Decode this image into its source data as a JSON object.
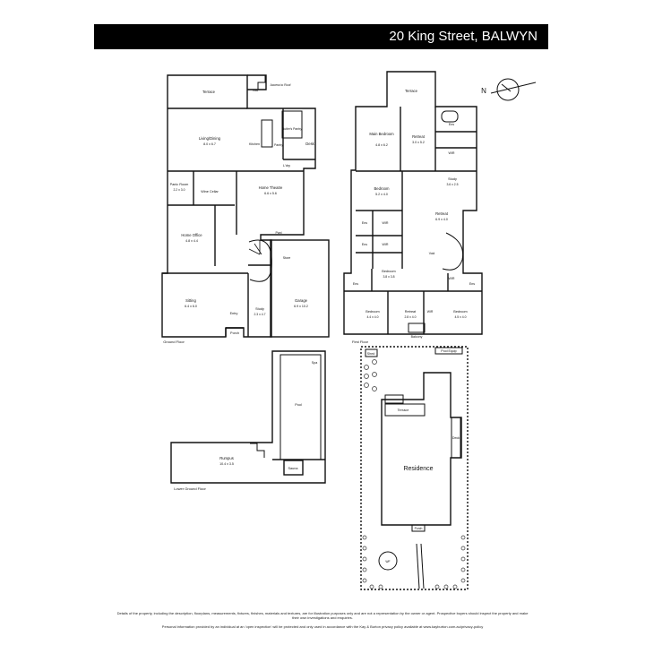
{
  "header": {
    "title": "20 King Street, BALWYN"
  },
  "compass": {
    "label": "N"
  },
  "ground_floor": {
    "label": "Ground Floor",
    "rooms": [
      {
        "name": "Terrace",
        "dims": ""
      },
      {
        "name": "Void",
        "dims": ""
      },
      {
        "name": "Access to Roof",
        "dims": ""
      },
      {
        "name": "Living/Dining",
        "dims": "8.0 x 6.7"
      },
      {
        "name": "Kitchen",
        "dims": ""
      },
      {
        "name": "Pantry",
        "dims": ""
      },
      {
        "name": "Butler's Pantry",
        "dims": ""
      },
      {
        "name": "Desk",
        "dims": ""
      },
      {
        "name": "L'dry",
        "dims": ""
      },
      {
        "name": "Panic Room",
        "dims": "2.2 x 3.0"
      },
      {
        "name": "Wine Cellar",
        "dims": ""
      },
      {
        "name": "Home Theatre",
        "dims": "6.6 x 5.6"
      },
      {
        "name": "Home Office",
        "dims": "4.8 x 4.4"
      },
      {
        "name": "Pwd",
        "dims": ""
      },
      {
        "name": "Store",
        "dims": ""
      },
      {
        "name": "Sitting",
        "dims": "6.4 x 6.0"
      },
      {
        "name": "Entry",
        "dims": ""
      },
      {
        "name": "Study",
        "dims": "2.3 x 4.7"
      },
      {
        "name": "Garage",
        "dims": "6.9 x 10.2"
      },
      {
        "name": "Porch",
        "dims": ""
      }
    ]
  },
  "first_floor": {
    "label": "First Floor",
    "rooms": [
      {
        "name": "Terrace",
        "dims": ""
      },
      {
        "name": "Ens",
        "dims": ""
      },
      {
        "name": "Main Bedroom",
        "dims": "4.8 x 6.2"
      },
      {
        "name": "Retreat",
        "dims": "3.0 x 5.2"
      },
      {
        "name": "WIR",
        "dims": ""
      },
      {
        "name": "Study",
        "dims": "3.6 x 2.5"
      },
      {
        "name": "Bedroom",
        "dims": "5.2 x 4.0"
      },
      {
        "name": "Retreat",
        "dims": "6.9 x 4.0"
      },
      {
        "name": "Ens",
        "dims": ""
      },
      {
        "name": "WIR",
        "dims": ""
      },
      {
        "name": "Ens",
        "dims": ""
      },
      {
        "name": "WIR",
        "dims": ""
      },
      {
        "name": "Void",
        "dims": ""
      },
      {
        "name": "Bedroom",
        "dims": "3.8 x 3.8"
      },
      {
        "name": "WIR",
        "dims": ""
      },
      {
        "name": "Ens",
        "dims": ""
      },
      {
        "name": "Ens",
        "dims": ""
      },
      {
        "name": "Bedroom",
        "dims": "4.4 x 4.0"
      },
      {
        "name": "Retreat",
        "dims": "2.8 x 4.0"
      },
      {
        "name": "Bedroom",
        "dims": "4.5 x 4.0"
      },
      {
        "name": "WIR",
        "dims": ""
      },
      {
        "name": "Balcony",
        "dims": ""
      }
    ]
  },
  "lower_ground_floor": {
    "label": "Lower Ground Floor",
    "rooms": [
      {
        "name": "Spa",
        "dims": ""
      },
      {
        "name": "Pool",
        "dims": ""
      },
      {
        "name": "Rumpus",
        "dims": "10.4 x 3.5"
      },
      {
        "name": "Sauna",
        "dims": ""
      }
    ]
  },
  "site_plan": {
    "rooms": [
      {
        "name": "Shed",
        "dims": ""
      },
      {
        "name": "Pool Equip",
        "dims": ""
      },
      {
        "name": "Terrace",
        "dims": ""
      },
      {
        "name": "Deck",
        "dims": ""
      },
      {
        "name": "Residence",
        "dims": ""
      },
      {
        "name": "Porch",
        "dims": ""
      },
      {
        "name": "WF",
        "dims": ""
      }
    ]
  },
  "disclaimer": {
    "line1": "Details of the property, including the description, floorplans, measurements, fixtures, finishes, materials and textures, are for illustration purposes only and are not a representation by the owner or agent. Prospective buyers should inspect the property and make their own investigations and enquiries.",
    "line2": "Personal information provided by an individual at an 'open inspection' will be protected and only used in accordance with the Kay & Burton privacy policy available at www.kayburton.com.au/privacy-policy"
  },
  "colors": {
    "header_bg": "#000000",
    "header_text": "#ffffff",
    "wall": "#111111",
    "background": "#ffffff"
  }
}
